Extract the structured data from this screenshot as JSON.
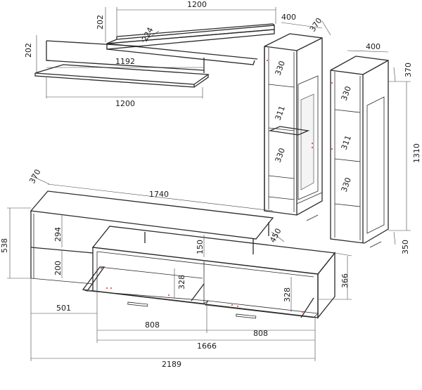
{
  "dimensions": {
    "shelf_top_width": "1200",
    "shelf_top_height": "202",
    "shelf_top_depth": "224",
    "shelf_inner_width": "1192",
    "shelf_low_height": "202",
    "shelf_low_width": "1200",
    "cabinet_left_width": "400",
    "cabinet_left_depth": "370",
    "cabinet_left_shelf1": "330",
    "cabinet_left_shelf2": "311",
    "cabinet_left_shelf3": "330",
    "cabinet_right_width": "400",
    "cabinet_right_depth": "370",
    "cabinet_right_height": "1310",
    "cabinet_right_shelf1": "330",
    "cabinet_right_shelf2": "311",
    "cabinet_right_shelf3": "330",
    "cabinet_right_bottom": "350",
    "tv_left_depth": "370",
    "tv_top_width": "1740",
    "tv_left_height": "538",
    "tv_left_upper": "294",
    "tv_left_lower": "200",
    "tv_niche": "150",
    "tv_right_depth": "450",
    "tv_right_height": "366",
    "tv_comp1_height": "328",
    "tv_comp2_height": "328",
    "tv_left_module_width": "501",
    "tv_door1_width": "808",
    "tv_door2_width": "808",
    "tv_lower_width": "1666",
    "overall_width": "2189"
  }
}
